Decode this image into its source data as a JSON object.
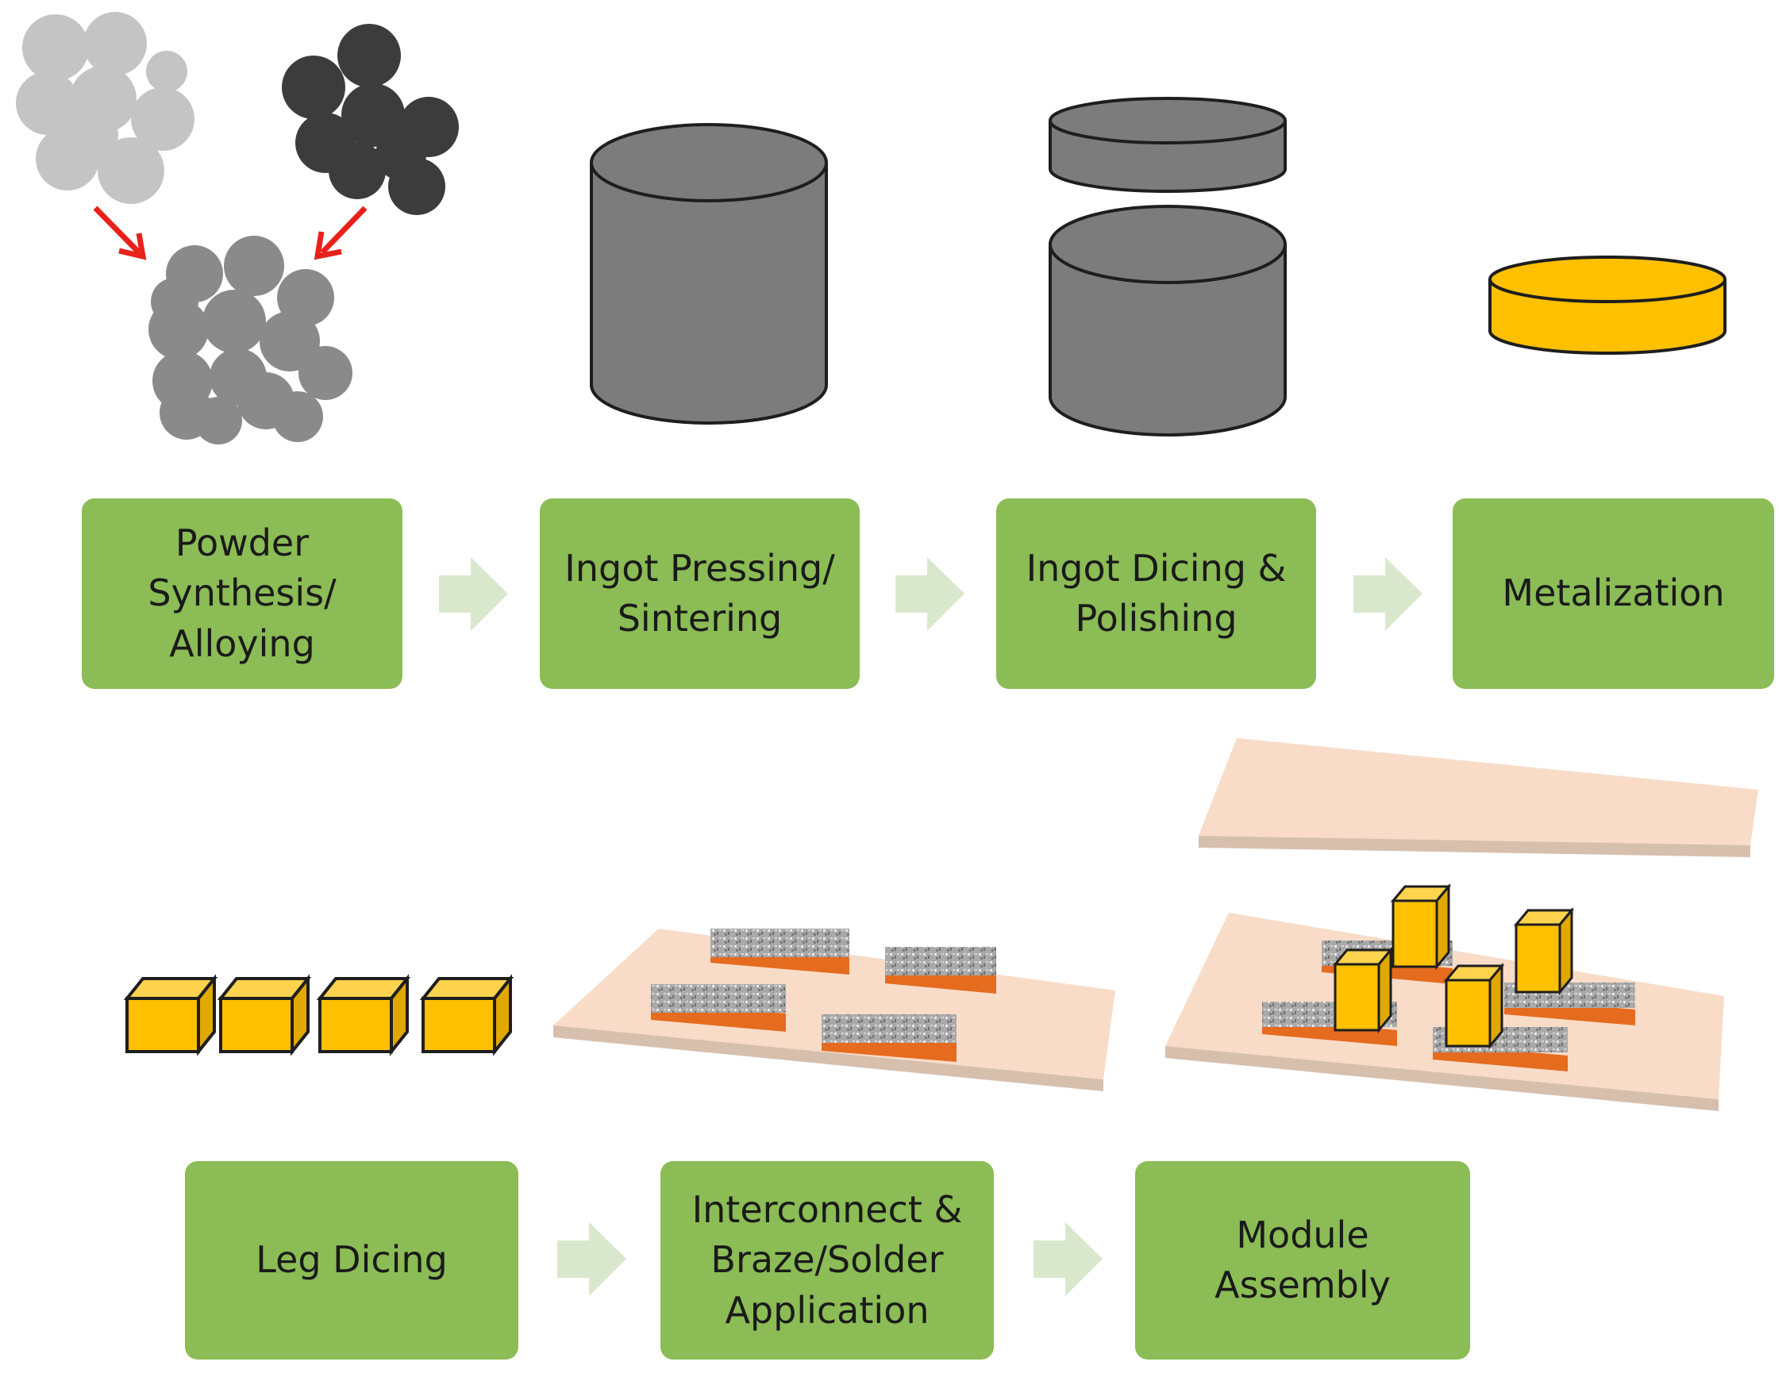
{
  "steps": [
    {
      "id": "powder",
      "label": "Powder\nSynthesis/\nAlloying"
    },
    {
      "id": "ingot-press",
      "label": "Ingot Pressing/\nSintering"
    },
    {
      "id": "ingot-dice",
      "label": "Ingot Dicing &\nPolishing"
    },
    {
      "id": "metal",
      "label": "Metalization"
    },
    {
      "id": "leg",
      "label": "Leg Dicing"
    },
    {
      "id": "interconnect",
      "label": "Interconnect &\nBraze/Solder\nApplication"
    },
    {
      "id": "module",
      "label": "Module\nAssembly"
    }
  ],
  "colors": {
    "box": "#8bbc55",
    "box_text": "#1a1a1a",
    "flow_arrow": "#d9e8cc",
    "powder_light": "#c4c4c4",
    "powder_dark": "#3c3c3c",
    "powder_mixed": "#8a8a8a",
    "red_arrow": "#e8211b",
    "ingot": "#7c7c7d",
    "ingot_outline": "#1e1e1e",
    "metal": "#ffc000",
    "metal_side": "#e0a800",
    "substrate": "#f8dcc8",
    "solder": "#e56b1f",
    "interconnect": "#a6a6a6"
  },
  "icons": [
    "powder-particles-icon",
    "ingot-cylinder-icon",
    "diced-ingot-icon",
    "metalized-disc-icon",
    "leg-cubes-icon",
    "interconnect-plate-icon",
    "module-assembly-icon"
  ]
}
